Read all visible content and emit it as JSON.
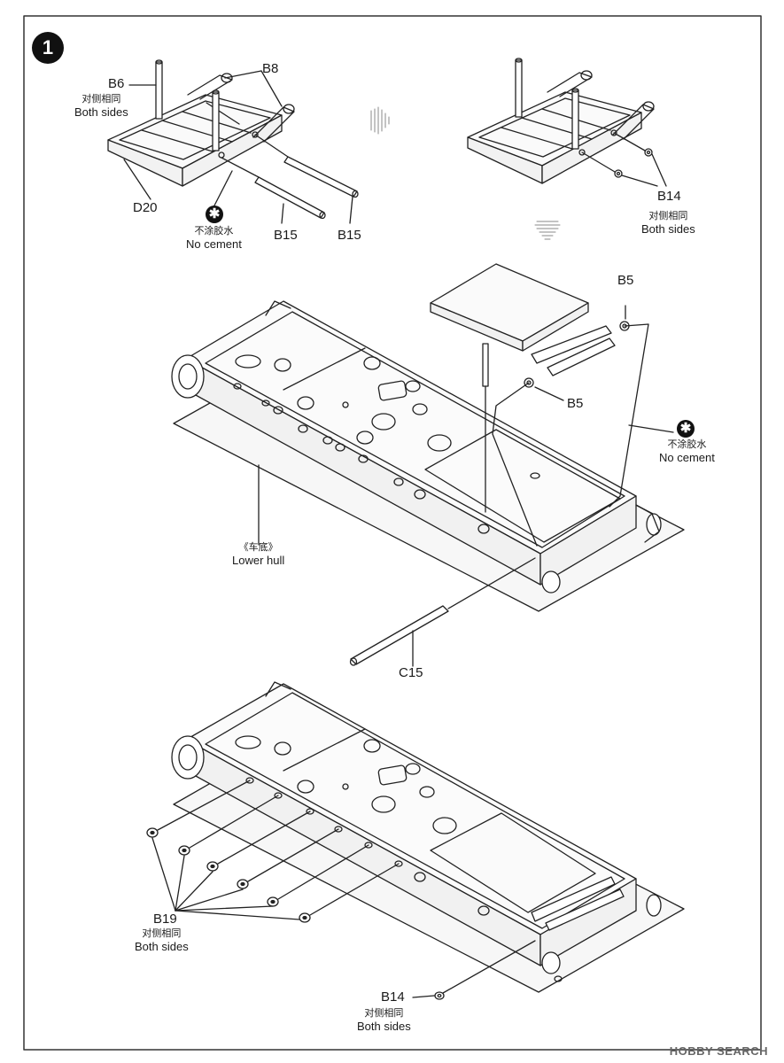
{
  "step": {
    "number": "1"
  },
  "labels": {
    "b6": "B6",
    "b8": "B8",
    "d20": "D20",
    "b15_a": "B15",
    "b15_b": "B15",
    "b14_top": "B14",
    "b5_a": "B5",
    "b5_b": "B5",
    "c15": "C15",
    "b19": "B19",
    "b14_bottom": "B14"
  },
  "notes": {
    "both_sides_cn": "对侧相同",
    "both_sides_en": "Both sides",
    "no_cement_cn": "不涂胶水",
    "no_cement_en": "No cement",
    "lower_hull_cn": "《车底》",
    "lower_hull_en": "Lower hull"
  },
  "watermark": "HOBBY SEARCH",
  "icons": {
    "no_cement": "no-cement-icon",
    "arrow_right": "arrow-right-icon",
    "arrow_down": "arrow-down-icon"
  }
}
